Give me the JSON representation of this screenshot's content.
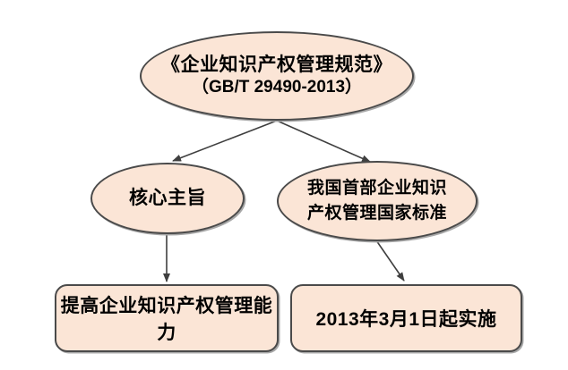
{
  "diagram": {
    "type": "flowchart",
    "background": "#ffffff",
    "colors": {
      "node_fill": "#fbe5d6",
      "node_border": "#4a4a4a",
      "arrow": "#3f3f3f",
      "text": "#000000",
      "shadow": "#a8a8a8"
    },
    "nodes": {
      "root": {
        "shape": "ellipse",
        "line1": "《企业知识产权管理规范》",
        "line2": "（GB/T 29490-2013）"
      },
      "core": {
        "shape": "ellipse",
        "label": "核心主旨"
      },
      "first_standard": {
        "shape": "ellipse",
        "line1": "我国首部企业知识",
        "line2": "产权管理国家标准"
      },
      "capability": {
        "shape": "rounded-rect",
        "label": "提高企业知识产权管理能力"
      },
      "effective_date": {
        "shape": "rounded-rect",
        "label": "2013年3月1日起实施"
      }
    },
    "edges": [
      {
        "from": "root",
        "to": "core"
      },
      {
        "from": "root",
        "to": "first_standard"
      },
      {
        "from": "core",
        "to": "capability"
      },
      {
        "from": "first_standard",
        "to": "effective_date"
      }
    ]
  }
}
